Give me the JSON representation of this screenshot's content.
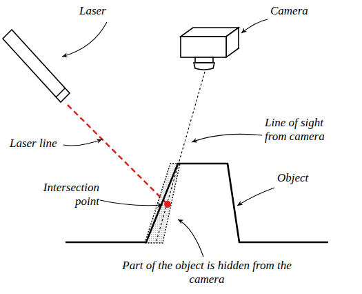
{
  "diagram": {
    "labels": [
      "Laser",
      "Camera",
      "Laser line",
      "Line of sight from camera",
      "Intersection point",
      "Object",
      "Part of the object is hidden from the camera"
    ]
  }
}
